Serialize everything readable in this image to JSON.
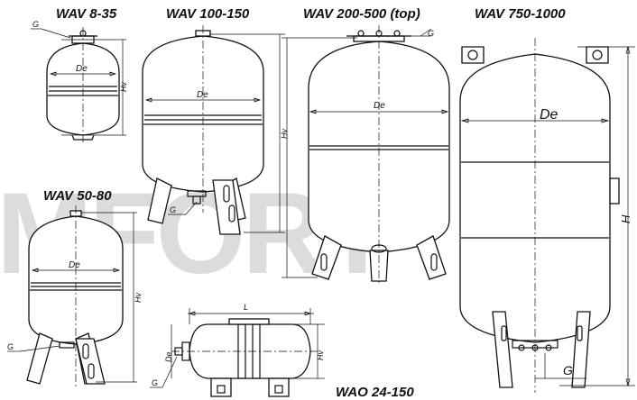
{
  "titles": {
    "wav_8_35": "WAV 8-35",
    "wav_100_150": "WAV 100-150",
    "wav_200_500": "WAV 200-500 (top)",
    "wav_750_1000": "WAV 750-1000",
    "wav_50_80": "WAV 50-80",
    "wao_24_150": "WAO 24-150"
  },
  "watermark": "MFORT",
  "labels": {
    "diameter": "De",
    "height": "Hv",
    "height_large": "H",
    "connection": "G",
    "length": "L"
  }
}
